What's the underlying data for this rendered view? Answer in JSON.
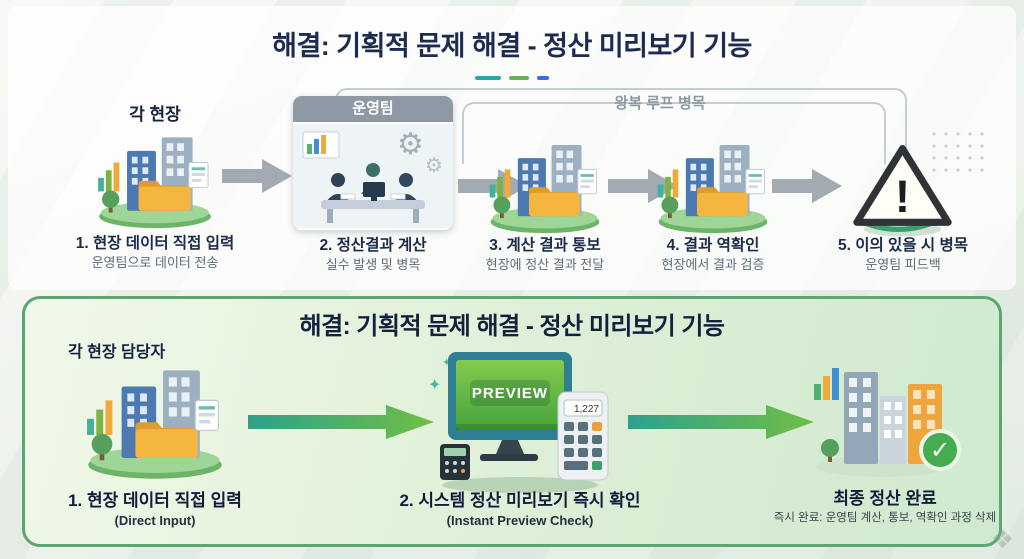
{
  "title": "해결: 기획적 문제 해결 - 정산 미리보기 기능",
  "colors": {
    "title_text": "#1d2b50",
    "panel_border": "#5aa772",
    "panel_bg": "#ddefd6",
    "arrow_gray": "#a2abb2",
    "arrow_gradient_start": "#2fa08c",
    "arrow_gradient_end": "#6fbe45",
    "loop_line": "#c3ced3",
    "accent_dashes": [
      "#2aa7a0",
      "#62b45c",
      "#3a6fd8"
    ]
  },
  "icons": {
    "gear": "⚙",
    "warning_mark": "!",
    "check_mark": "✓",
    "sparkle": "✦"
  },
  "top_flow": {
    "site_label": "각 현장",
    "team_label": "운영팀",
    "loop_label": "왕복 루프 병목",
    "steps": [
      {
        "title": "1. 현장 데이터 직접 입력",
        "subtitle": "운영팀으로 데이터 전송"
      },
      {
        "title": "2. 정산결과 계산",
        "subtitle": "실수 발생 및 병목"
      },
      {
        "title": "3. 계산 결과 통보",
        "subtitle": "현장에 정산 결과 전달"
      },
      {
        "title": "4. 결과 역확인",
        "subtitle": "현장에서 결과 검증"
      },
      {
        "title": "5. 이의 있을 시 병목",
        "subtitle": "운영팀 피드백"
      }
    ]
  },
  "bottom_flow": {
    "title": "해결: 기획적 문제 해결 - 정산 미리보기 기능",
    "person_label": "각 현장 담당자",
    "monitor": {
      "screen_label": "PREVIEW",
      "calculator_display": "1,227"
    },
    "steps": [
      {
        "title": "1. 현장 데이터 직접 입력",
        "subtitle": "(Direct Input)"
      },
      {
        "title": "2. 시스템 정산 미리보기 즉시 확인",
        "subtitle": "(Instant Preview Check)"
      },
      {
        "title": "최종 정산 완료",
        "subtitle": "즉시 완료: 운영팀 계산, 통보, 역확인 과정 삭제"
      }
    ]
  }
}
